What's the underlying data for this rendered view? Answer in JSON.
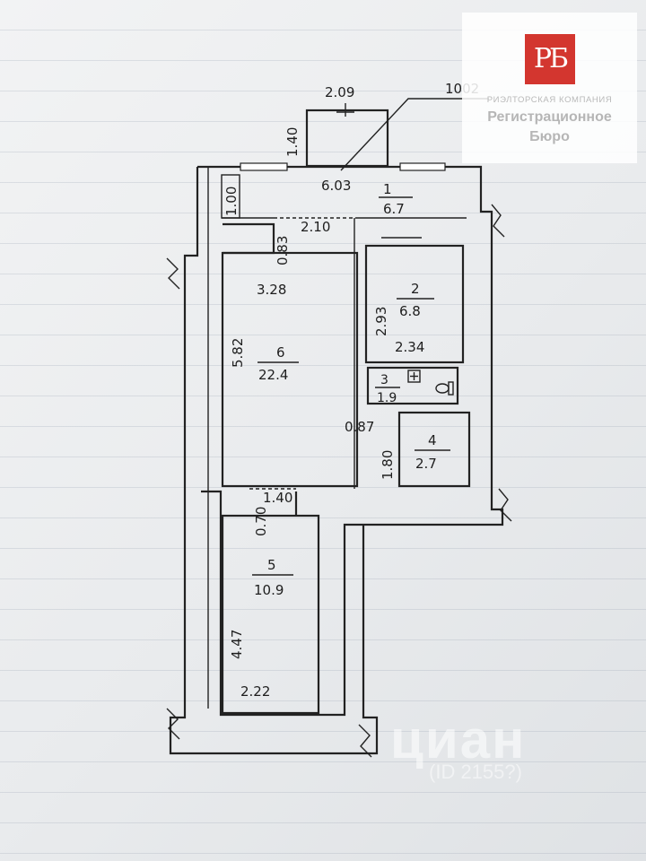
{
  "logo": {
    "mark": "РБ",
    "tagline": "РИЭЛТОРСКАЯ КОМПАНИЯ",
    "name_line1": "Регистрационное",
    "name_line2": "Бюро"
  },
  "watermark": {
    "text": "циан",
    "id": "(ID 2155?)"
  },
  "plan": {
    "balcony_width": "2.09",
    "balcony_depth": "1.40",
    "reference": "1002",
    "total_width": "6.03",
    "entry_depth": "1.00",
    "corridor_width": "2.10",
    "corridor_gap": "0.83",
    "room1": {
      "number": "1",
      "area": "6.7"
    },
    "room2": {
      "number": "2",
      "area": "6.8",
      "height": "2.93",
      "width": "2.34"
    },
    "room3": {
      "number": "3",
      "area": "1.9"
    },
    "room4": {
      "number": "4",
      "area": "2.7",
      "height": "1.80",
      "gap": "0.87"
    },
    "room5": {
      "number": "5",
      "area": "10.9",
      "height": "4.47",
      "width": "2.22"
    },
    "room6": {
      "number": "6",
      "area": "22.4",
      "height": "5.82",
      "width": "3.28"
    },
    "passage_width": "1.40",
    "passage_depth": "0.70"
  }
}
